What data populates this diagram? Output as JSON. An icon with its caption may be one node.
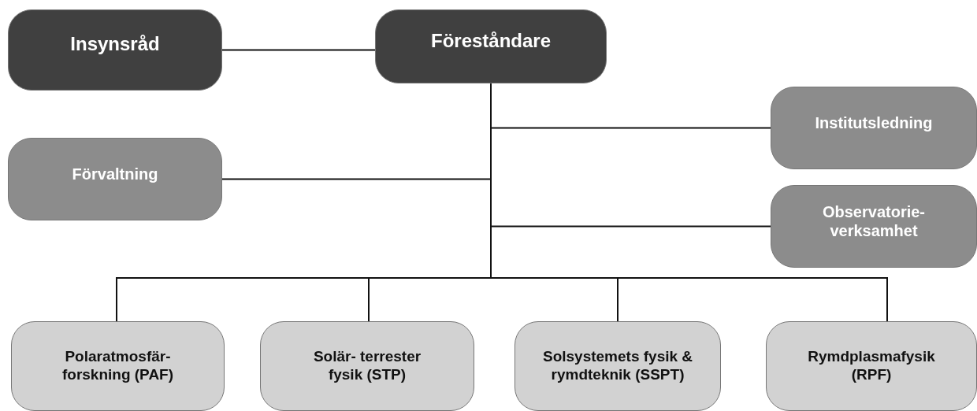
{
  "diagram": {
    "nodes": [
      {
        "text": [
          "Insynsråd"
        ]
      },
      {
        "text": [
          "Föreståndare"
        ]
      },
      {
        "text": [
          "Institutsledning"
        ]
      },
      {
        "text": [
          "Förvaltning"
        ]
      },
      {
        "text": [
          "Observatorie- verksamhet"
        ]
      },
      {
        "text": [
          "Polaratmosfär- forskning (PAF)"
        ]
      },
      {
        "text": [
          "Solär- terrester fysik (STP)"
        ]
      },
      {
        "text": [
          "Solsystemets fysik & rymdteknik (SSPT)"
        ]
      },
      {
        "text": [
          "Rymdplasmafysik (RPF)"
        ]
      }
    ],
    "edges": [
      {
        "from": 0,
        "to": 1,
        "arrow": "none"
      },
      {
        "from": 1,
        "to": 2,
        "arrow": "none"
      },
      {
        "from": 1,
        "to": 3,
        "arrow": "none"
      },
      {
        "from": 1,
        "to": 4,
        "arrow": "none"
      },
      {
        "from": 1,
        "to": 5,
        "arrow": "none"
      },
      {
        "from": 1,
        "to": 6,
        "arrow": "none"
      },
      {
        "from": 1,
        "to": 7,
        "arrow": "none"
      },
      {
        "from": 1,
        "to": 8,
        "arrow": "none"
      }
    ]
  }
}
